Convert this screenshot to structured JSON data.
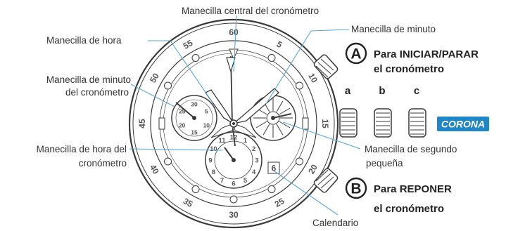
{
  "labels": {
    "chrono_center_hand": "Manecilla central del cronómetro",
    "hour_hand": "Manecilla de hora",
    "minute_hand": "Manecilla de minuto",
    "chrono_minute_hand_l1": "Manecilla de minuto",
    "chrono_minute_hand_l2": "del cronómetro",
    "chrono_hour_hand_l1": "Manecilla de hora del",
    "chrono_hour_hand_l2": "cronómetro",
    "small_second_hand_l1": "Manecilla de segundo",
    "small_second_hand_l2": "pequeña",
    "calendar": "Calendario"
  },
  "buttons": {
    "a_letter": "A",
    "a_text_l1": "Para INICIAR/PARAR",
    "a_text_l2": "el cronómetro",
    "b_letter": "B",
    "b_text_l1": "Para REPONER",
    "b_text_l2": "el cronómetro"
  },
  "crown_positions": [
    "a",
    "b",
    "c"
  ],
  "crown_badge": "CORONA",
  "bezel_numbers": [
    "60",
    "5",
    "10",
    "15",
    "20",
    "25",
    "30",
    "35",
    "40",
    "45",
    "50",
    "55"
  ],
  "left_subdial_numbers": [
    "30",
    "5",
    "10",
    "15",
    "20",
    "25"
  ],
  "bottom_subdial_numbers": [
    "12",
    "1",
    "2",
    "3",
    "4",
    "5",
    "6",
    "7",
    "8",
    "9",
    "10",
    "11"
  ],
  "date_window": "6",
  "colors": {
    "leader": "#5aa6d6",
    "badge": "#1f86c7",
    "ink": "#3a3a3a"
  }
}
